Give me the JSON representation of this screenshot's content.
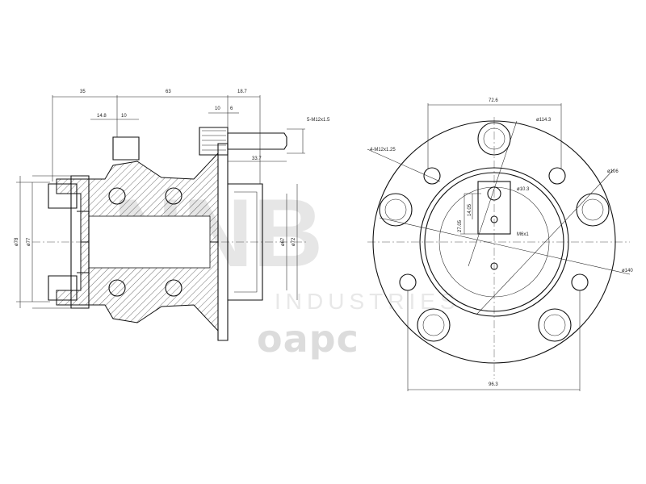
{
  "watermark": {
    "big": "NNB",
    "sub": "INDUSTRIES",
    "brand": "oapc"
  },
  "side_view": {
    "dims": {
      "d35": "35",
      "d63": "63",
      "d18_7": "18.7",
      "d14_8": "14.8",
      "d10a": "10",
      "d10b": "10",
      "d6": "6",
      "d33_7": "33.7",
      "thread": "5-M12x1.5",
      "phi78": "ø78",
      "phi77": "ø77",
      "phi67": "ø67",
      "phi72": "ø72"
    }
  },
  "front_view": {
    "dims": {
      "d72_6": "72.6",
      "phi114_3": "ø114.3",
      "holes": "4-M12x1.25",
      "phi106": "ø106",
      "phi10_3": "ø10.3",
      "d14_05": "14.05",
      "d27_05": "27.05",
      "m6": "M6x1",
      "phi140": "ø140",
      "d96_3": "96.3"
    }
  }
}
